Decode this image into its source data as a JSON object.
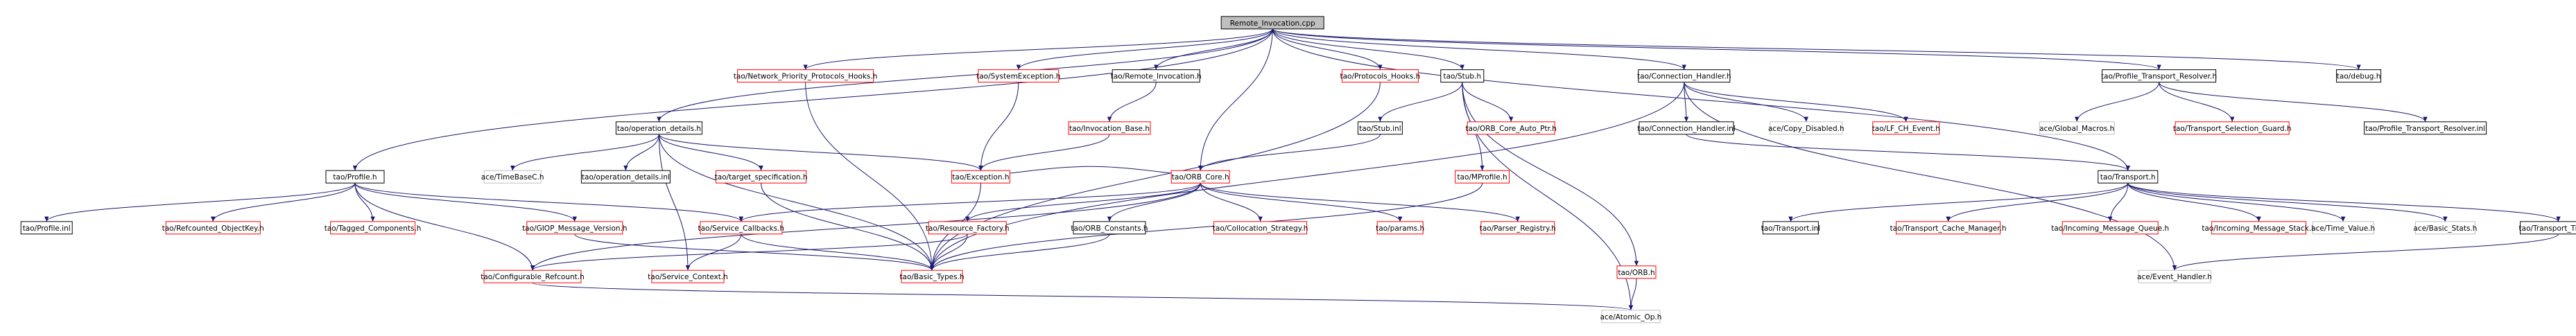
{
  "colors": {
    "root_fill": "#bfbfbf",
    "root_border": "#000000",
    "documented_border": "#000000",
    "undocumented_border": "#ff0000",
    "external_border": "#bfbfbf",
    "node_fill": "#ffffff",
    "text": "#000000",
    "edge": "#191970"
  },
  "nodes": [
    {
      "id": "root",
      "label": "Remote_Invocation.cpp",
      "kind": "root"
    },
    {
      "id": "opdet",
      "label": "tao/operation_details.h",
      "kind": "documented"
    },
    {
      "id": "netprio",
      "label": "tao/Network_Priority_Protocols_Hooks.h",
      "kind": "undocumented"
    },
    {
      "id": "sysexc",
      "label": "tao/SystemException.h",
      "kind": "undocumented"
    },
    {
      "id": "reminv",
      "label": "tao/Remote_Invocation.h",
      "kind": "documented"
    },
    {
      "id": "prothooks",
      "label": "tao/Protocols_Hooks.h",
      "kind": "undocumented"
    },
    {
      "id": "stub",
      "label": "tao/Stub.h",
      "kind": "documented"
    },
    {
      "id": "connh",
      "label": "tao/Connection_Handler.h",
      "kind": "documented"
    },
    {
      "id": "ptr",
      "label": "tao/Profile_Transport_Resolver.h",
      "kind": "documented"
    },
    {
      "id": "debug",
      "label": "tao/debug.h",
      "kind": "documented"
    },
    {
      "id": "profile",
      "label": "tao/Profile.h",
      "kind": "documented"
    },
    {
      "id": "invbase",
      "label": "tao/Invocation_Base.h",
      "kind": "undocumented"
    },
    {
      "id": "stubinl",
      "label": "tao/Stub.inl",
      "kind": "documented"
    },
    {
      "id": "orbcoreauto",
      "label": "tao/ORB_Core_Auto_Ptr.h",
      "kind": "undocumented"
    },
    {
      "id": "connhinl",
      "label": "tao/Connection_Handler.inl",
      "kind": "documented"
    },
    {
      "id": "copydis",
      "label": "ace/Copy_Disabled.h",
      "kind": "external"
    },
    {
      "id": "lfch",
      "label": "tao/LF_CH_Event.h",
      "kind": "undocumented"
    },
    {
      "id": "globmac",
      "label": "ace/Global_Macros.h",
      "kind": "external"
    },
    {
      "id": "tsg",
      "label": "tao/Transport_Selection_Guard.h",
      "kind": "undocumented"
    },
    {
      "id": "ptrinl",
      "label": "tao/Profile_Transport_Resolver.inl",
      "kind": "documented"
    },
    {
      "id": "timebase",
      "label": "ace/TimeBaseC.h",
      "kind": "external"
    },
    {
      "id": "opdetinl",
      "label": "tao/operation_details.inl",
      "kind": "documented"
    },
    {
      "id": "tgtspec",
      "label": "tao/target_specification.h",
      "kind": "undocumented"
    },
    {
      "id": "exception",
      "label": "tao/Exception.h",
      "kind": "undocumented"
    },
    {
      "id": "orbcore",
      "label": "tao/ORB_Core.h",
      "kind": "undocumented"
    },
    {
      "id": "mprofile",
      "label": "tao/MProfile.h",
      "kind": "undocumented"
    },
    {
      "id": "transport",
      "label": "tao/Transport.h",
      "kind": "documented"
    },
    {
      "id": "profileinl",
      "label": "tao/Profile.inl",
      "kind": "documented"
    },
    {
      "id": "refobjkey",
      "label": "tao/Refcounted_ObjectKey.h",
      "kind": "undocumented"
    },
    {
      "id": "tagged",
      "label": "tao/Tagged_Components.h",
      "kind": "undocumented"
    },
    {
      "id": "giopver",
      "label": "tao/GIOP_Message_Version.h",
      "kind": "undocumented"
    },
    {
      "id": "svccb",
      "label": "tao/Service_Callbacks.h",
      "kind": "undocumented"
    },
    {
      "id": "resfact",
      "label": "tao/Resource_Factory.h",
      "kind": "undocumented"
    },
    {
      "id": "orbconst",
      "label": "tao/ORB_Constants.h",
      "kind": "documented"
    },
    {
      "id": "collstrat",
      "label": "tao/Collocation_Strategy.h",
      "kind": "undocumented"
    },
    {
      "id": "params",
      "label": "tao/params.h",
      "kind": "undocumented"
    },
    {
      "id": "parsereg",
      "label": "tao/Parser_Registry.h",
      "kind": "undocumented"
    },
    {
      "id": "orbh",
      "label": "tao/ORB.h",
      "kind": "undocumented"
    },
    {
      "id": "transportinl",
      "label": "tao/Transport.inl",
      "kind": "documented"
    },
    {
      "id": "tcm",
      "label": "tao/Transport_Cache_Manager.h",
      "kind": "undocumented"
    },
    {
      "id": "imq",
      "label": "tao/Incoming_Message_Queue.h",
      "kind": "undocumented"
    },
    {
      "id": "ims",
      "label": "tao/Incoming_Message_Stack.h",
      "kind": "undocumented"
    },
    {
      "id": "timevalue",
      "label": "ace/Time_Value.h",
      "kind": "external"
    },
    {
      "id": "basicstats",
      "label": "ace/Basic_Stats.h",
      "kind": "external"
    },
    {
      "id": "transtimer",
      "label": "tao/Transport_Timer.h",
      "kind": "documented"
    },
    {
      "id": "confrefcnt",
      "label": "tao/Configurable_Refcount.h",
      "kind": "undocumented"
    },
    {
      "id": "svcctx",
      "label": "tao/Service_Context.h",
      "kind": "undocumented"
    },
    {
      "id": "basictypes",
      "label": "tao/Basic_Types.h",
      "kind": "undocumented"
    },
    {
      "id": "evhandler",
      "label": "ace/Event_Handler.h",
      "kind": "external"
    },
    {
      "id": "atomicop",
      "label": "ace/Atomic_Op.h",
      "kind": "external"
    }
  ],
  "edges": [
    [
      "root",
      "opdet"
    ],
    [
      "root",
      "netprio"
    ],
    [
      "root",
      "sysexc"
    ],
    [
      "root",
      "reminv"
    ],
    [
      "root",
      "prothooks"
    ],
    [
      "root",
      "stub"
    ],
    [
      "root",
      "connh"
    ],
    [
      "root",
      "ptr"
    ],
    [
      "root",
      "debug"
    ],
    [
      "root",
      "profile"
    ],
    [
      "root",
      "orbcore"
    ],
    [
      "root",
      "transport"
    ],
    [
      "opdet",
      "timebase"
    ],
    [
      "opdet",
      "opdetinl"
    ],
    [
      "opdet",
      "tgtspec"
    ],
    [
      "opdet",
      "exception"
    ],
    [
      "opdet",
      "svcctx"
    ],
    [
      "opdet",
      "basictypes"
    ],
    [
      "netprio",
      "basictypes"
    ],
    [
      "sysexc",
      "exception"
    ],
    [
      "reminv",
      "invbase"
    ],
    [
      "invbase",
      "exception"
    ],
    [
      "prothooks",
      "basictypes"
    ],
    [
      "stub",
      "stubinl"
    ],
    [
      "stub",
      "orbcoreauto"
    ],
    [
      "stub",
      "mprofile"
    ],
    [
      "stub",
      "orbh"
    ],
    [
      "stub",
      "atomicop"
    ],
    [
      "stubinl",
      "orbcore"
    ],
    [
      "mprofile",
      "basictypes"
    ],
    [
      "connh",
      "connhinl"
    ],
    [
      "connh",
      "copydis"
    ],
    [
      "connh",
      "lfch"
    ],
    [
      "connh",
      "evhandler"
    ],
    [
      "connh",
      "basictypes"
    ],
    [
      "connhinl",
      "transport"
    ],
    [
      "ptr",
      "globmac"
    ],
    [
      "ptr",
      "tsg"
    ],
    [
      "ptr",
      "ptrinl"
    ],
    [
      "profile",
      "profileinl"
    ],
    [
      "profile",
      "refobjkey"
    ],
    [
      "profile",
      "tagged"
    ],
    [
      "profile",
      "giopver"
    ],
    [
      "profile",
      "svccb"
    ],
    [
      "profile",
      "confrefcnt"
    ],
    [
      "tgtspec",
      "basictypes"
    ],
    [
      "exception",
      "basictypes"
    ],
    [
      "orbcore",
      "svccb"
    ],
    [
      "orbcore",
      "resfact"
    ],
    [
      "orbcore",
      "orbconst"
    ],
    [
      "orbcore",
      "collstrat"
    ],
    [
      "orbcore",
      "params"
    ],
    [
      "orbcore",
      "parsereg"
    ],
    [
      "orbcore",
      "confrefcnt"
    ],
    [
      "orbcore",
      "exception"
    ],
    [
      "svccb",
      "basictypes"
    ],
    [
      "svccb",
      "svcctx"
    ],
    [
      "giopver",
      "basictypes"
    ],
    [
      "resfact",
      "basictypes"
    ],
    [
      "orbconst",
      "basictypes"
    ],
    [
      "resfact",
      "confrefcnt"
    ],
    [
      "confrefcnt",
      "atomicop"
    ],
    [
      "orbh",
      "atomicop"
    ],
    [
      "transport",
      "transportinl"
    ],
    [
      "transport",
      "tcm"
    ],
    [
      "transport",
      "imq"
    ],
    [
      "transport",
      "ims"
    ],
    [
      "transport",
      "timevalue"
    ],
    [
      "transport",
      "basicstats"
    ],
    [
      "transport",
      "transtimer"
    ],
    [
      "transtimer",
      "evhandler"
    ]
  ]
}
